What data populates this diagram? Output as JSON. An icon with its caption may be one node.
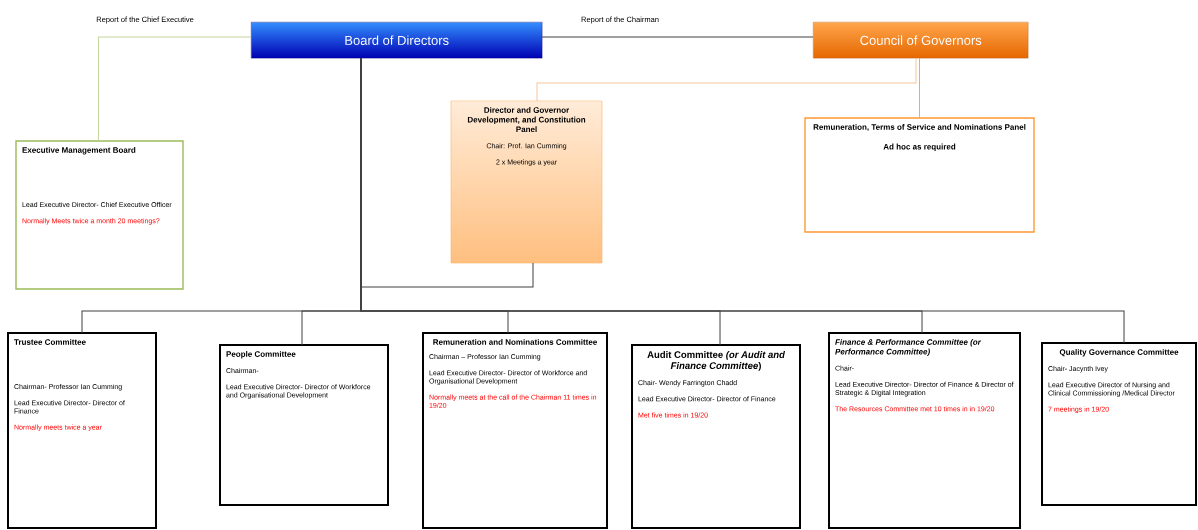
{
  "diagram": {
    "nodes": [
      {
        "text": [
          "Board of Directors"
        ]
      },
      {
        "text": [
          "Council of Governors"
        ]
      },
      {
        "text": [
          "Executive Management Board",
          "Lead Executive Director- Chief Executive Officer",
          "Normally Meets twice a month 20 meetings?"
        ]
      },
      {
        "text": [
          "Director and Governor Development, and Constitution Panel",
          "Chair: Prof. Ian Cumming",
          "2 x Meetings a year"
        ]
      },
      {
        "text": [
          "Remuneration, Terms of Service and Nominations Panel",
          "Ad hoc as required"
        ]
      },
      {
        "text": [
          "Trustee Committee",
          "Chairman- Professor Ian Cumming",
          "Lead Executive Director- Director of Finance",
          "Normally meets twice a year"
        ]
      },
      {
        "text": [
          "People Committee",
          "Chairman-",
          "Lead Executive Director- Director of Workforce and Organisational Development"
        ]
      },
      {
        "text": [
          "Remuneration and Nominations Committee",
          "Chairman – Professor Ian Cumming",
          "Lead Executive Director- Director of Workforce and Organisational Development",
          "Normally meets at the call of the Chairman 11 times in 19/20"
        ]
      },
      {
        "text": [
          "Audit Committee *(or Audit and Finance Committee*)",
          "Chair- Wendy Farrington Chadd",
          "Lead Executive Director- Director of Finance",
          "Met five times in 19/20"
        ]
      },
      {
        "text": [
          "Finance & Performance Committee (or Performance Committee)",
          "Chair-",
          "Lead Executive Director- Director of Finance & Director of Strategic & Digital Integration",
          "The Resources Committee met 10 times in in 19/20"
        ]
      },
      {
        "text": [
          "Quality Governance Committee",
          "Chair- Jacynth Ivey",
          "Lead Executive Director of Nursing and Clinical Commissioning /Medical Director",
          "7 meetings in 19/20"
        ]
      }
    ],
    "edges": [
      {
        "from": 2,
        "to": 0,
        "arrow": "none",
        "label": "Report of the Chief Executive",
        "color": "#c3d69b"
      },
      {
        "from": 0,
        "to": 1,
        "arrow": "none",
        "label": "Report of the Chairman"
      },
      {
        "from": 1,
        "to": 3,
        "arrow": "none",
        "color": "#f5c79c"
      },
      {
        "from": 1,
        "to": 4,
        "arrow": "none",
        "color": "#c4bd73"
      },
      {
        "from": 3,
        "to": 0,
        "arrow": "none"
      },
      {
        "from": 0,
        "to": 5,
        "arrow": "none"
      },
      {
        "from": 0,
        "to": 6,
        "arrow": "none"
      },
      {
        "from": 0,
        "to": 7,
        "arrow": "none"
      },
      {
        "from": 0,
        "to": 8,
        "arrow": "none"
      },
      {
        "from": 0,
        "to": 9,
        "arrow": "none"
      },
      {
        "from": 0,
        "to": 10,
        "arrow": "none"
      }
    ]
  }
}
